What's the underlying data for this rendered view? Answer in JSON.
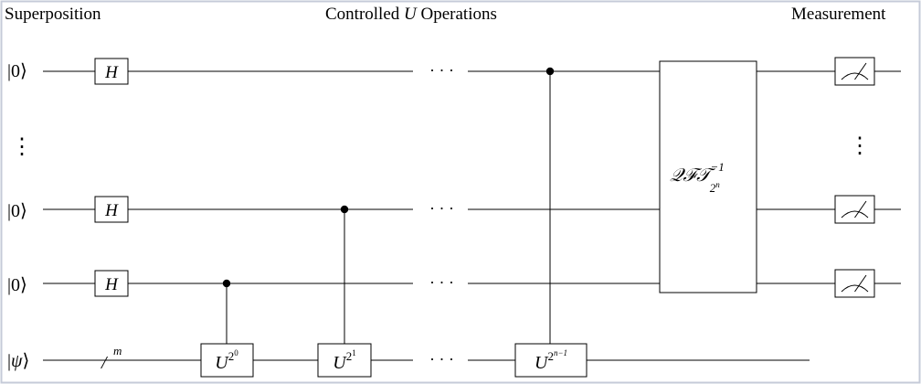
{
  "headings": {
    "superposition": "Superposition",
    "controlled_prefix": "Controlled",
    "controlled_var": "U",
    "controlled_suffix": "Operations",
    "measurement": "Measurement"
  },
  "wires": {
    "q0": {
      "ket_open": "|",
      "ket_sym": "0",
      "ket_close": "⟩"
    },
    "q1": {
      "ket_open": "|",
      "ket_sym": "0",
      "ket_close": "⟩"
    },
    "q2": {
      "ket_open": "|",
      "ket_sym": "0",
      "ket_close": "⟩"
    },
    "psi": {
      "ket_open": "|",
      "ket_sym": "ψ",
      "ket_close": "⟩"
    }
  },
  "gates": {
    "hadamard": "H",
    "register_slash": "/",
    "register_size": "m",
    "u_base": "U",
    "u_exp_0": "2",
    "u_exp_0_sup": "0",
    "u_exp_1": "2",
    "u_exp_1_sup": "1",
    "u_exp_n": "2",
    "u_exp_n_sup": "n−1",
    "qft_main": "𝒬ℱ𝒯",
    "qft_sub_base": "2",
    "qft_sub_sup": "n",
    "qft_sup": "−1"
  },
  "ellipsis": {
    "horizontal": "· · ·",
    "vertical": "⋮"
  },
  "colors": {
    "frame": "#c5cbd8",
    "ink": "#000000",
    "wire": "#000000",
    "background": "#ffffff"
  }
}
